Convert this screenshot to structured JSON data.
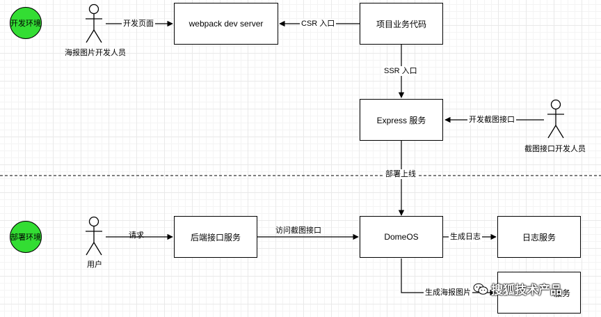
{
  "environments": {
    "dev": "开发环境",
    "deploy": "部署环境"
  },
  "boxes": {
    "webpack": "webpack dev server",
    "business_code": "项目业务代码",
    "express": "Express 服务",
    "backend": "后端接口服务",
    "domeos": "DomeOS",
    "log_service": "日志服务",
    "poster_service": "服务"
  },
  "actors": {
    "poster_dev": "海报图片开发人员",
    "screenshot_dev": "截图接口开发人员",
    "user": "用户"
  },
  "edges": {
    "develop_page": "开发页面",
    "csr_entry": "CSR 入口",
    "ssr_entry": "SSR 入口",
    "develop_screenshot_api": "开发截图接口",
    "deploy_online": "部署上线",
    "request": "请求",
    "visit_screenshot_api": "访问截图接口",
    "generate_log": "生成日志",
    "generate_poster": "生成海报图片"
  },
  "watermark": "搜狐技术产品",
  "colors": {
    "env_fill": "#33dd33",
    "stroke": "#000000",
    "watermark": "#ffffff"
  }
}
